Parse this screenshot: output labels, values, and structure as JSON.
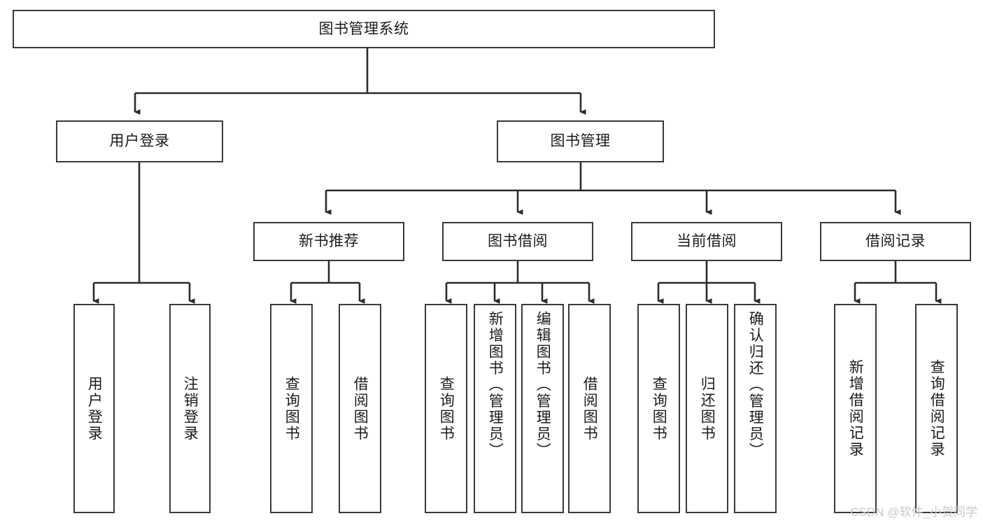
{
  "diagram": {
    "type": "tree-hierarchy-chart",
    "title_text": "图书管理系统",
    "watermark": "CSDN @软件_小贺同学",
    "colors": {
      "box_border": "#3a3a3a",
      "box_fill": "#ffffff",
      "connector": "#2b2b2b",
      "text": "#1b1b1b",
      "watermark": "#c9c9c9",
      "background": "#ffffff"
    },
    "root": {
      "label": "图书管理系统"
    },
    "level2": [
      {
        "label": "用户登录"
      },
      {
        "label": "图书管理"
      }
    ],
    "level3": [
      {
        "label": "新书推荐"
      },
      {
        "label": "图书借阅"
      },
      {
        "label": "当前借阅"
      },
      {
        "label": "借阅记录"
      }
    ],
    "leaves": {
      "user_login": [
        {
          "label": "用户登录"
        },
        {
          "label": "注销登录"
        }
      ],
      "new_book_recommend": [
        {
          "label": "查询图书"
        },
        {
          "label": "借阅图书"
        }
      ],
      "book_borrow": [
        {
          "label": "查询图书"
        },
        {
          "label": "新增图书（管理员）"
        },
        {
          "label": "编辑图书（管理员）"
        },
        {
          "label": "借阅图书"
        }
      ],
      "current_borrow": [
        {
          "label": "查询图书"
        },
        {
          "label": "归还图书"
        },
        {
          "label": "确认归还（管理员）"
        }
      ],
      "borrow_record": [
        {
          "label": "新增借阅记录"
        },
        {
          "label": "查询借阅记录"
        }
      ]
    }
  }
}
